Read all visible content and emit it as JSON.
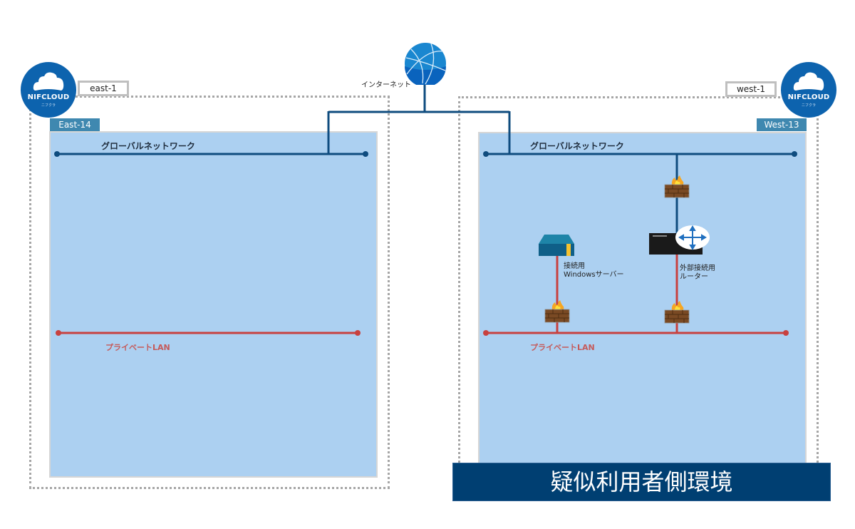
{
  "internet": {
    "label": "インターネット",
    "icon": "globe-icon"
  },
  "regions": [
    {
      "id": "east",
      "region_label": "east-1",
      "logo": {
        "text": "NIFCLOUD",
        "subtext": "ニフクラ"
      },
      "zone_tag": "East-14",
      "global_network_label": "グローバルネットワーク",
      "private_lan_label": "プライベートLAN"
    },
    {
      "id": "west",
      "region_label": "west-1",
      "logo": {
        "text": "NIFCLOUD",
        "subtext": "ニフクラ"
      },
      "zone_tag": "West-13",
      "global_network_label": "グローバルネットワーク",
      "private_lan_label": "プライベートLAN",
      "devices": {
        "windows_server": {
          "label_line1": "接続用",
          "label_line2": "Windowsサーバー",
          "icon": "server-icon"
        },
        "router": {
          "label_line1": "外部接続用",
          "label_line2": "ルーター",
          "icon": "router-icon"
        },
        "firewalls": [
          "firewall-icon",
          "firewall-icon",
          "firewall-icon"
        ]
      }
    }
  ],
  "banner": {
    "text": "疑似利用者側環境"
  },
  "colors": {
    "global_line": "#0f4c7f",
    "lan_line": "#c8413f",
    "zone_fill": "#acd0f1",
    "banner_bg": "#003f72",
    "zone_tag_bg": "#3f88b0",
    "logo_bg": "#0d63ae"
  }
}
